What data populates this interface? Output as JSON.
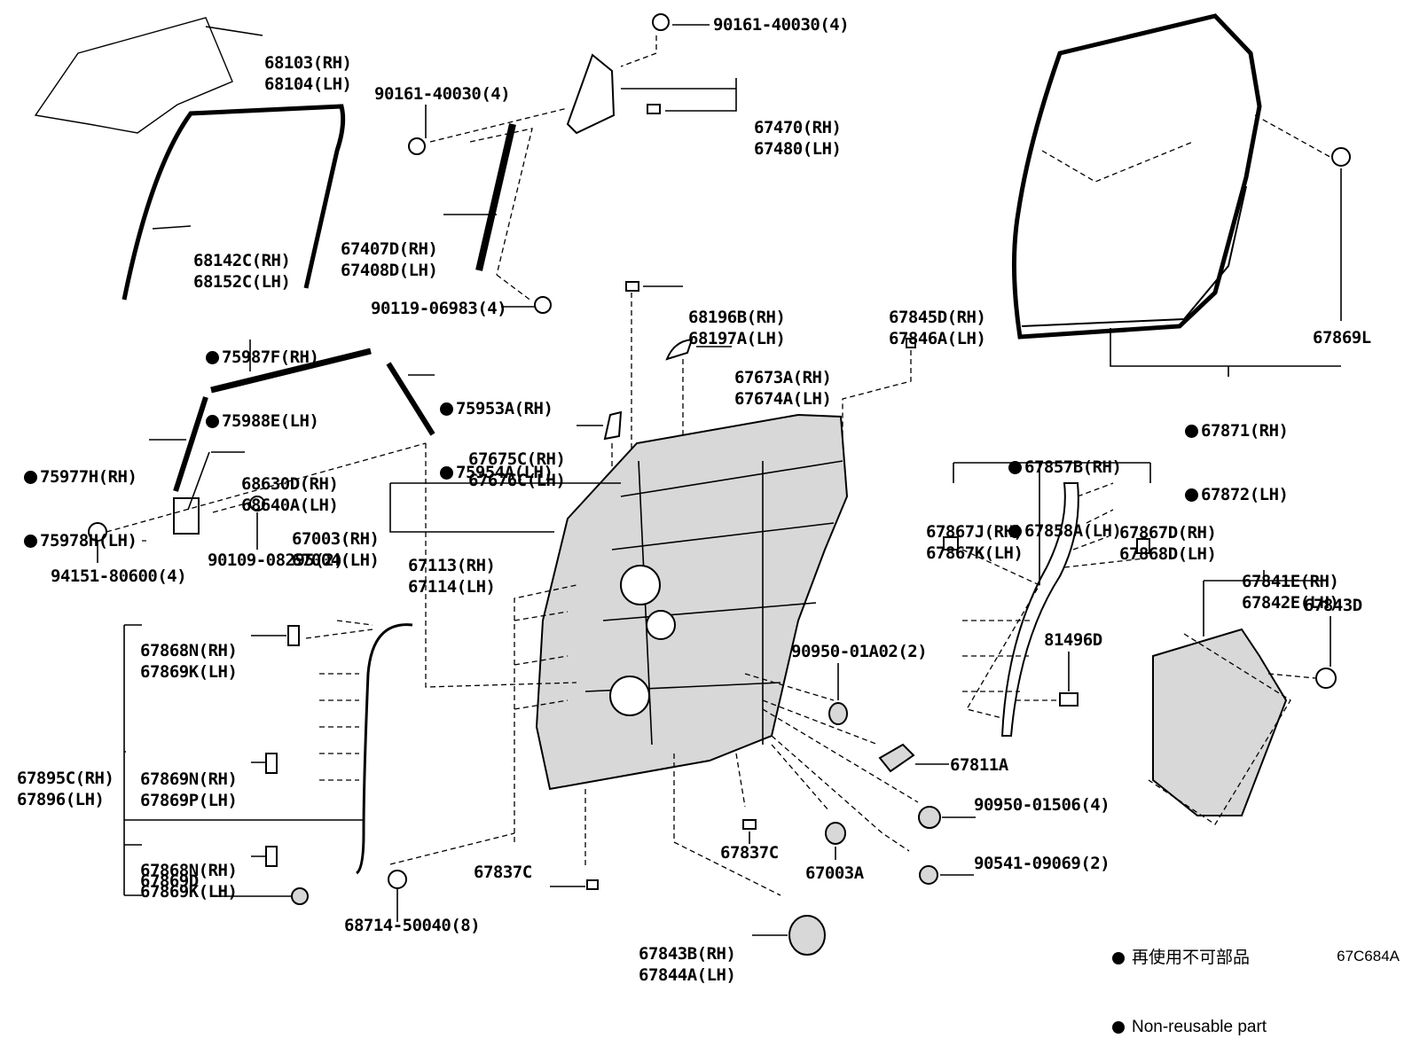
{
  "labels": {
    "glass": [
      "68103(RH)",
      "68104(LH)"
    ],
    "run_channel": [
      "68142C(RH)",
      "68152C(LH)"
    ],
    "bolt_top_center": "90161-40030(4)",
    "bolt_top_right": "90161-40030(4)",
    "quarter_window": [
      "67470(RH)",
      "67480(LH)"
    ],
    "division_bar": [
      "67407D(RH)",
      "67408D(LH)"
    ],
    "screw_division": "90119-06983(4)",
    "belt_molding_outer": [
      "75987F(RH)",
      "75988E(LH)"
    ],
    "rear_molding": [
      "75953A(RH)",
      "75954A(LH)"
    ],
    "front_molding": [
      "75977H(RH)",
      "75978H(LH)"
    ],
    "hinge_bracket": [
      "68630D(RH)",
      "68640A(LH)"
    ],
    "nut_9415": "94151-80600(4)",
    "bolt_9010": "90109-08295(2)",
    "door_panel": [
      "67003(RH)",
      "67004(LH)"
    ],
    "door_outer_panel": [
      "67113(RH)",
      "67114(LH)"
    ],
    "stopper": [
      "68196B(RH)",
      "68197A(LH)"
    ],
    "corner_piece": [
      "67673A(RH)",
      "67674A(LH)"
    ],
    "pad": [
      "67675C(RH)",
      "67676C(LH)"
    ],
    "clip_top": [
      "67845D(RH)",
      "67846A(LH)"
    ],
    "weatherstrip_clip": "67869L",
    "weatherstrip": [
      "67871(RH)",
      "67872(LH)"
    ],
    "seal_lower": [
      "67857B(RH)",
      "67858A(LH)"
    ],
    "clip_left": [
      "67867J(RH)",
      "67867K(LH)"
    ],
    "clip_right": [
      "67867D(RH)",
      "67868D(LH)"
    ],
    "cover": [
      "67841E(RH)",
      "67842E(LH)"
    ],
    "grommet_cover": "67843D",
    "clip_81496": "81496D",
    "hole_plug_a": "90950-01A02(2)",
    "seal_67811": "67811A",
    "plug_01506": "90950-01506(4)",
    "plug_09069": "90541-09069(2)",
    "harness_clip_a": [
      "67868N(RH)",
      "67869K(LH)"
    ],
    "harness": [
      "67895C(RH)",
      "67896(LH)"
    ],
    "harness_clip_b": [
      "67869N(RH)",
      "67869P(LH)"
    ],
    "harness_clip_c": [
      "67868N(RH)",
      "67869K(LH)"
    ],
    "harness_clip_d": "67869D",
    "clip_68714": "68714-50040(8)",
    "clip_67837_left": "67837C",
    "clip_67837_center": "67837C",
    "plug_67003a": "67003A",
    "service_hole_cover": [
      "67843B(RH)",
      "67844A(LH)"
    ]
  },
  "legend": {
    "jp": "再使用不可部品",
    "en": "Non-reusable part"
  },
  "diagram_code": "67C684A"
}
